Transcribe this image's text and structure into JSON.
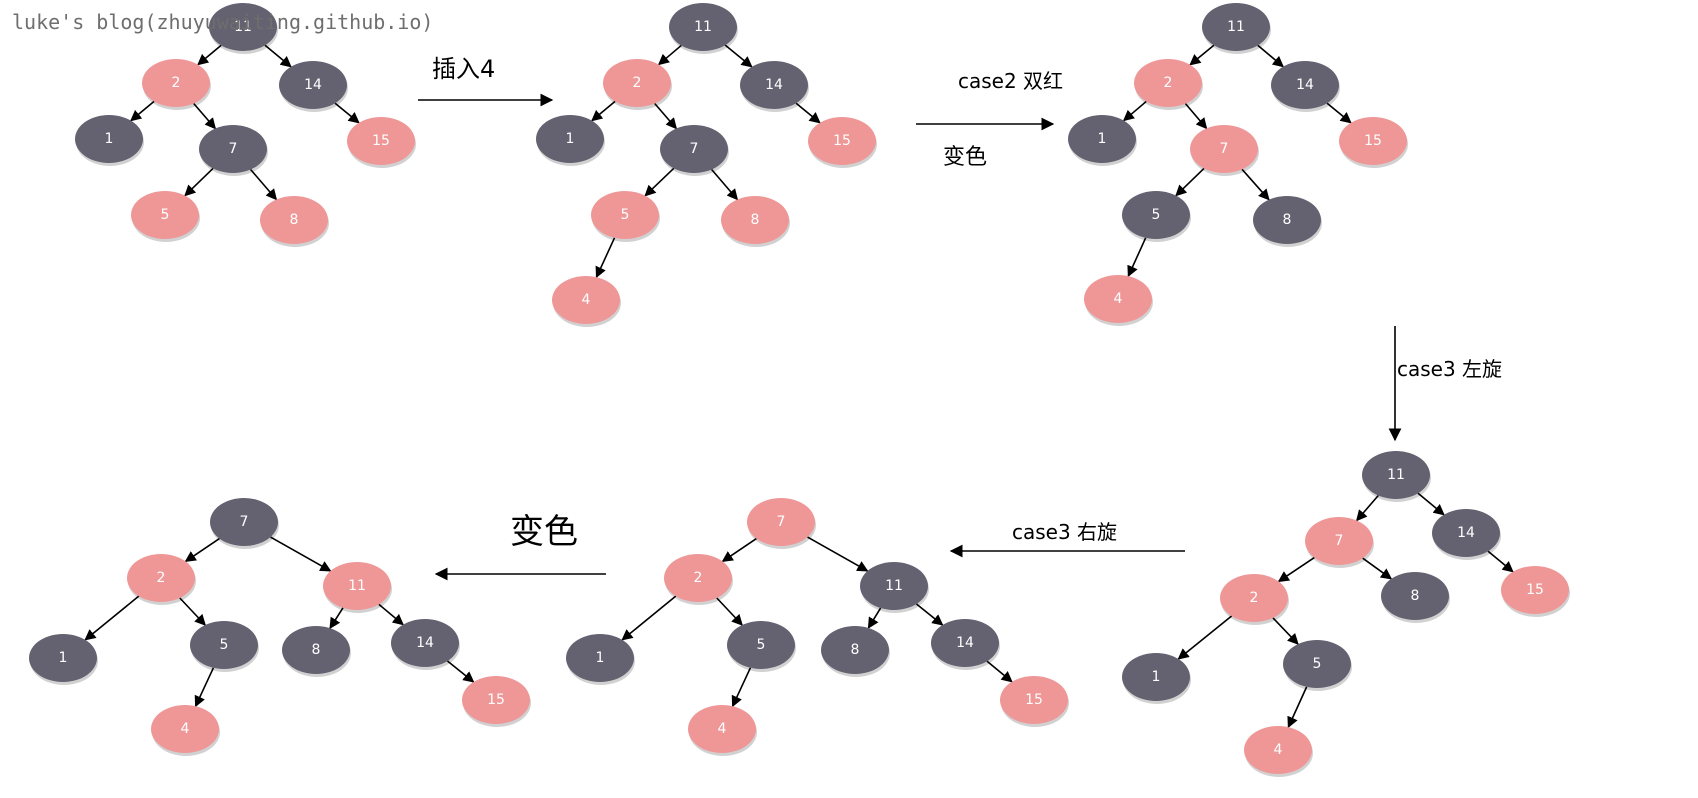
{
  "watermark": "luke's blog(zhuyuwaiting.github.io)",
  "colors": {
    "red": "#ef9797",
    "black": "#646170",
    "ink": "#000000"
  },
  "labels": {
    "insert": "插入4",
    "case2": "case2 双红",
    "recolor1": "变色",
    "case3_left": "case3 左旋",
    "case3_right": "case3 右旋",
    "recolor2": "变色"
  },
  "trees": [
    {
      "name": "tree-initial",
      "nodes": [
        {
          "id": "n11",
          "label": "11",
          "color": "black"
        },
        {
          "id": "n2",
          "label": "2",
          "color": "red"
        },
        {
          "id": "n14",
          "label": "14",
          "color": "black"
        },
        {
          "id": "n1",
          "label": "1",
          "color": "black"
        },
        {
          "id": "n7",
          "label": "7",
          "color": "black"
        },
        {
          "id": "n15",
          "label": "15",
          "color": "red"
        },
        {
          "id": "n5",
          "label": "5",
          "color": "red"
        },
        {
          "id": "n8",
          "label": "8",
          "color": "red"
        }
      ],
      "edges": [
        [
          "n11",
          "n2"
        ],
        [
          "n11",
          "n14"
        ],
        [
          "n2",
          "n1"
        ],
        [
          "n2",
          "n7"
        ],
        [
          "n14",
          "n15"
        ],
        [
          "n7",
          "n5"
        ],
        [
          "n7",
          "n8"
        ]
      ]
    },
    {
      "name": "tree-after-insert",
      "nodes": [
        {
          "id": "n11",
          "label": "11",
          "color": "black"
        },
        {
          "id": "n2",
          "label": "2",
          "color": "red"
        },
        {
          "id": "n14",
          "label": "14",
          "color": "black"
        },
        {
          "id": "n1",
          "label": "1",
          "color": "black"
        },
        {
          "id": "n7",
          "label": "7",
          "color": "black"
        },
        {
          "id": "n15",
          "label": "15",
          "color": "red"
        },
        {
          "id": "n5",
          "label": "5",
          "color": "red"
        },
        {
          "id": "n8",
          "label": "8",
          "color": "red"
        },
        {
          "id": "n4",
          "label": "4",
          "color": "red"
        }
      ],
      "edges": [
        [
          "n11",
          "n2"
        ],
        [
          "n11",
          "n14"
        ],
        [
          "n2",
          "n1"
        ],
        [
          "n2",
          "n7"
        ],
        [
          "n14",
          "n15"
        ],
        [
          "n7",
          "n5"
        ],
        [
          "n7",
          "n8"
        ],
        [
          "n5",
          "n4"
        ]
      ]
    },
    {
      "name": "tree-after-recolor",
      "nodes": [
        {
          "id": "n11",
          "label": "11",
          "color": "black"
        },
        {
          "id": "n2",
          "label": "2",
          "color": "red"
        },
        {
          "id": "n14",
          "label": "14",
          "color": "black"
        },
        {
          "id": "n1",
          "label": "1",
          "color": "black"
        },
        {
          "id": "n7",
          "label": "7",
          "color": "red"
        },
        {
          "id": "n15",
          "label": "15",
          "color": "red"
        },
        {
          "id": "n5",
          "label": "5",
          "color": "black"
        },
        {
          "id": "n8",
          "label": "8",
          "color": "black"
        },
        {
          "id": "n4",
          "label": "4",
          "color": "red"
        }
      ],
      "edges": [
        [
          "n11",
          "n2"
        ],
        [
          "n11",
          "n14"
        ],
        [
          "n2",
          "n1"
        ],
        [
          "n2",
          "n7"
        ],
        [
          "n14",
          "n15"
        ],
        [
          "n7",
          "n5"
        ],
        [
          "n7",
          "n8"
        ],
        [
          "n5",
          "n4"
        ]
      ]
    },
    {
      "name": "tree-after-left-rotate",
      "nodes": [
        {
          "id": "n11",
          "label": "11",
          "color": "black"
        },
        {
          "id": "n7",
          "label": "7",
          "color": "red"
        },
        {
          "id": "n14",
          "label": "14",
          "color": "black"
        },
        {
          "id": "n2",
          "label": "2",
          "color": "red"
        },
        {
          "id": "n8",
          "label": "8",
          "color": "black"
        },
        {
          "id": "n15",
          "label": "15",
          "color": "red"
        },
        {
          "id": "n1",
          "label": "1",
          "color": "black"
        },
        {
          "id": "n5",
          "label": "5",
          "color": "black"
        },
        {
          "id": "n4",
          "label": "4",
          "color": "red"
        }
      ],
      "edges": [
        [
          "n11",
          "n7"
        ],
        [
          "n11",
          "n14"
        ],
        [
          "n7",
          "n2"
        ],
        [
          "n7",
          "n8"
        ],
        [
          "n14",
          "n15"
        ],
        [
          "n2",
          "n1"
        ],
        [
          "n2",
          "n5"
        ],
        [
          "n5",
          "n4"
        ]
      ]
    },
    {
      "name": "tree-after-right-rotate",
      "nodes": [
        {
          "id": "n7",
          "label": "7",
          "color": "red"
        },
        {
          "id": "n2",
          "label": "2",
          "color": "red"
        },
        {
          "id": "n11",
          "label": "11",
          "color": "black"
        },
        {
          "id": "n1",
          "label": "1",
          "color": "black"
        },
        {
          "id": "n5",
          "label": "5",
          "color": "black"
        },
        {
          "id": "n8",
          "label": "8",
          "color": "black"
        },
        {
          "id": "n14",
          "label": "14",
          "color": "black"
        },
        {
          "id": "n4",
          "label": "4",
          "color": "red"
        },
        {
          "id": "n15",
          "label": "15",
          "color": "red"
        }
      ],
      "edges": [
        [
          "n7",
          "n2"
        ],
        [
          "n7",
          "n11"
        ],
        [
          "n2",
          "n1"
        ],
        [
          "n2",
          "n5"
        ],
        [
          "n11",
          "n8"
        ],
        [
          "n11",
          "n14"
        ],
        [
          "n5",
          "n4"
        ],
        [
          "n14",
          "n15"
        ]
      ]
    },
    {
      "name": "tree-final",
      "nodes": [
        {
          "id": "n7",
          "label": "7",
          "color": "black"
        },
        {
          "id": "n2",
          "label": "2",
          "color": "red"
        },
        {
          "id": "n11",
          "label": "11",
          "color": "red"
        },
        {
          "id": "n1",
          "label": "1",
          "color": "black"
        },
        {
          "id": "n5",
          "label": "5",
          "color": "black"
        },
        {
          "id": "n8",
          "label": "8",
          "color": "black"
        },
        {
          "id": "n14",
          "label": "14",
          "color": "black"
        },
        {
          "id": "n4",
          "label": "4",
          "color": "red"
        },
        {
          "id": "n15",
          "label": "15",
          "color": "red"
        }
      ],
      "edges": [
        [
          "n7",
          "n2"
        ],
        [
          "n7",
          "n11"
        ],
        [
          "n2",
          "n1"
        ],
        [
          "n2",
          "n5"
        ],
        [
          "n11",
          "n8"
        ],
        [
          "n11",
          "n14"
        ],
        [
          "n5",
          "n4"
        ],
        [
          "n14",
          "n15"
        ]
      ]
    }
  ]
}
